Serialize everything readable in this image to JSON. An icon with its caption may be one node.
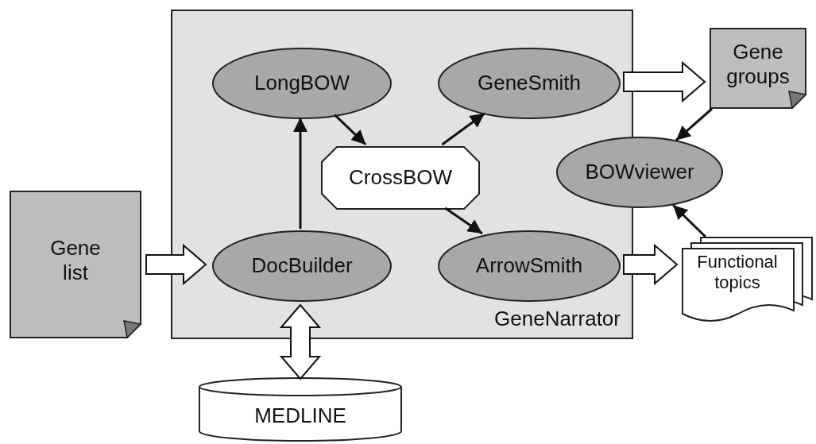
{
  "diagram": {
    "nodes": [
      {
        "text": [
          "GeneNarrator"
        ]
      },
      {
        "text": [
          "LongBOW"
        ],
        "in": 0
      },
      {
        "text": [
          "GeneSmith"
        ],
        "in": 0
      },
      {
        "text": [
          "CrossBOW"
        ],
        "in": 0
      },
      {
        "text": [
          "DocBuilder"
        ],
        "in": 0
      },
      {
        "text": [
          "ArrowSmith"
        ],
        "in": 0
      },
      {
        "text": [
          "Gene groups"
        ]
      },
      {
        "text": [
          "BOWviewer"
        ]
      },
      {
        "text": [
          "Gene list"
        ]
      },
      {
        "text": [
          "Functional topics"
        ]
      },
      {
        "text": [
          "MEDLINE"
        ]
      }
    ],
    "edges": [
      {
        "from": 8,
        "to": 4,
        "arrow": "to",
        "style": "thick"
      },
      {
        "from": 4,
        "to": 1,
        "arrow": "to"
      },
      {
        "from": 1,
        "to": 3,
        "arrow": "to"
      },
      {
        "from": 3,
        "to": 2,
        "arrow": "to"
      },
      {
        "from": 3,
        "to": 5,
        "arrow": "to"
      },
      {
        "from": 2,
        "to": 6,
        "arrow": "to",
        "style": "thick"
      },
      {
        "from": 5,
        "to": 9,
        "arrow": "to",
        "style": "thick"
      },
      {
        "from": 6,
        "to": 7,
        "arrow": "to"
      },
      {
        "from": 9,
        "to": 7,
        "arrow": "to"
      },
      {
        "from": 4,
        "to": 10,
        "arrow": "both",
        "style": "thick"
      }
    ]
  }
}
